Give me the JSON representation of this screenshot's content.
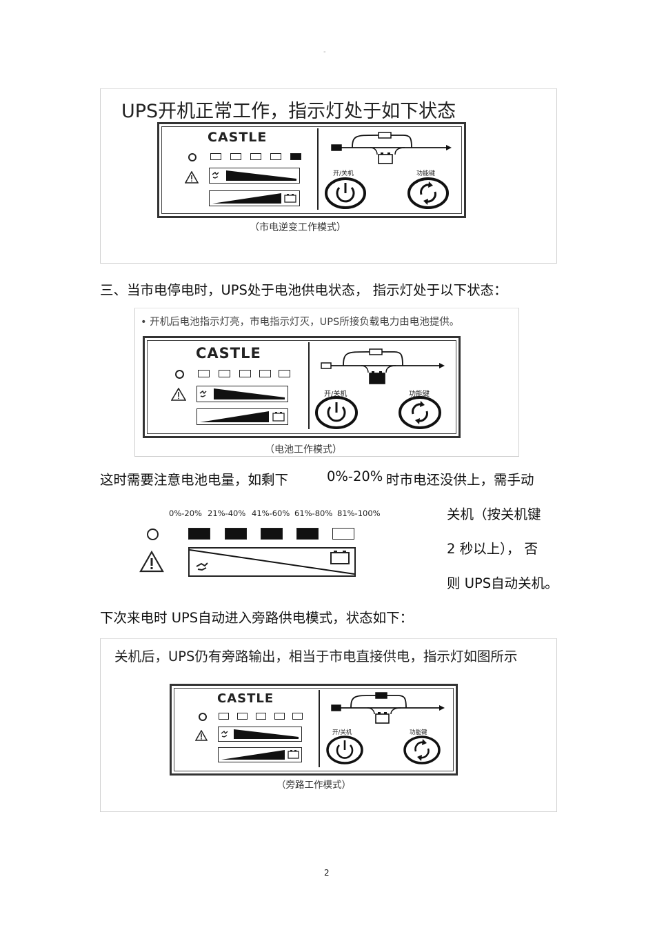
{
  "page": {
    "top_mark": "-",
    "page_number": "2"
  },
  "panel_labels": {
    "brand": "CASTLE",
    "power_button": "开/关机",
    "function_button": "功能键"
  },
  "figures": [
    {
      "title": "UPS开机正常工作，指示灯处于如下状态",
      "caption": "（市电逆变工作模式）",
      "led_states": [
        false,
        false,
        false,
        false,
        true
      ],
      "battery_box_on": false,
      "power_in_on": true
    },
    {
      "title": "• 开机后电池指示灯亮，市电指示灯灭，UPS所接负载电力由电池提供。",
      "caption": "（电池工作模式）",
      "led_states": [
        false,
        false,
        false,
        false,
        false
      ],
      "battery_box_on": true,
      "power_in_on": false
    },
    {
      "title": "关机后，UPS仍有旁路输出，相当于市电直接供电，指示灯如图所示",
      "caption": "（旁路工作模式）",
      "led_states": [
        false,
        false,
        false,
        false,
        false
      ],
      "battery_box_on": false,
      "power_in_on": true
    }
  ],
  "paragraphs": {
    "p1": "三、当市电停电时，UPS处于电池供电状态，  指示灯处于以下状态：",
    "p2_a": "这时需要注意电池电量，如剩下",
    "p2_b": "0%-20%",
    "p2_c": "时市电还没供上，需手动",
    "side_1": "关机（按关机键",
    "side_2": "2 秒以上），  否",
    "side_3": "则 UPS自动关机。",
    "p3": "下次来电时  UPS自动进入旁路供电模式，状态如下："
  },
  "battery_levels": {
    "labels": [
      "0%-20%",
      "21%-40%",
      "41%-60%",
      "61%-80%",
      "81%-100%"
    ],
    "led_states": [
      true,
      true,
      true,
      true,
      false
    ]
  }
}
